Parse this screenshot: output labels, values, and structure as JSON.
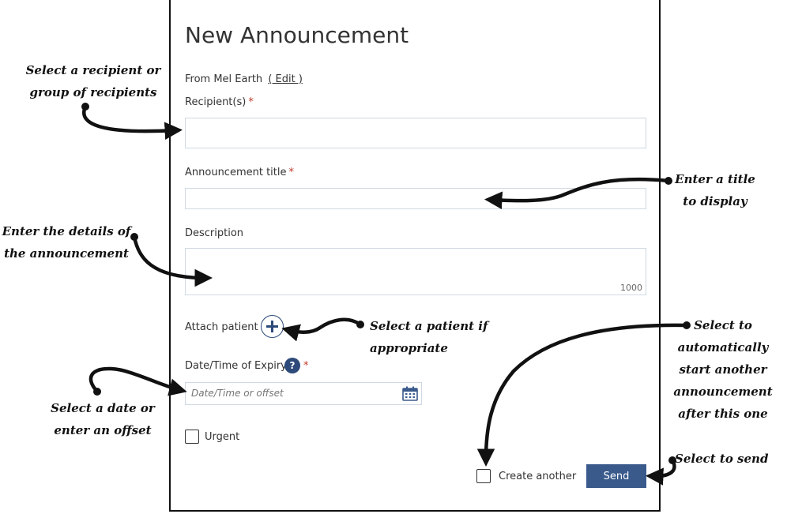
{
  "form": {
    "title": "New Announcement",
    "from_prefix": "From Mel Earth",
    "from_edit": "( Edit )",
    "recipients_label": "Recipient(s)",
    "required_mark": "*",
    "announcement_title_label": "Announcement title",
    "description_label": "Description",
    "description_counter": "1000",
    "attach_patient_label": "Attach patient",
    "expiry_label": "Date/Time of Expiry",
    "expiry_placeholder": "Date/Time or offset",
    "help_symbol": "?",
    "urgent_label": "Urgent",
    "create_another_label": "Create another",
    "send_label": "Send"
  },
  "annotations": {
    "recipient": [
      "Select a recipient or",
      "group of recipients"
    ],
    "title": [
      "Enter a title",
      "to display"
    ],
    "details": [
      "Enter the details of",
      "the announcement"
    ],
    "patient": "Select a patient if appropriate",
    "date": [
      "Select a date or",
      "enter an offset"
    ],
    "create_another": [
      "Select to",
      "automatically",
      "start another",
      "announcement",
      "after this one"
    ],
    "send": "Select to send"
  },
  "icons": {
    "plus": "plus-icon",
    "calendar": "calendar-icon",
    "help": "help-icon"
  },
  "colors": {
    "accent": "#2d4a7a",
    "send_button": "#3a5a8c",
    "required": "#c0392b",
    "field_border": "#cfd9e3"
  }
}
